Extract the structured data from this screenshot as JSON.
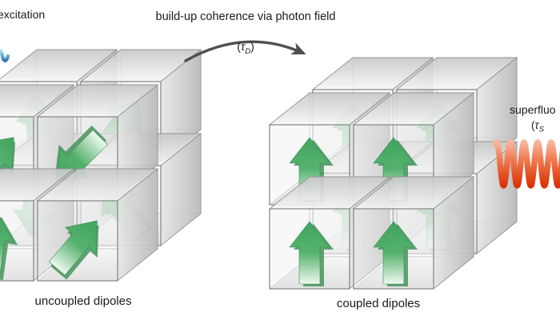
{
  "figure": {
    "excitation_label": "excitation",
    "transition_label": "build-up coherence via photon field",
    "transition_tau": {
      "open": "(",
      "symbol": "τ",
      "sub": "D",
      "close": ")"
    },
    "emission_label": "superfluo",
    "emission_tau": {
      "open": "(",
      "symbol": "τ",
      "sub": "S",
      "close": ""
    }
  },
  "clusters": [
    {
      "id": "uncoupled",
      "caption": "uncoupled dipoles",
      "arrows": [
        {
          "layer": "back",
          "pos": "top-left",
          "angle": -6,
          "opacity": 0.5
        },
        {
          "layer": "back",
          "pos": "top-right",
          "angle": 35,
          "opacity": 0.7
        },
        {
          "layer": "back",
          "pos": "bottom-left",
          "angle": 185,
          "opacity": 0.4
        },
        {
          "layer": "back",
          "pos": "bottom-right",
          "angle": -35,
          "opacity": 0.5
        },
        {
          "layer": "front",
          "pos": "top-left",
          "angle": 42,
          "opacity": 0.95
        },
        {
          "layer": "front",
          "pos": "top-right",
          "angle": 225,
          "opacity": 0.95
        },
        {
          "layer": "front",
          "pos": "bottom-left",
          "angle": 8,
          "opacity": 0.95
        },
        {
          "layer": "front",
          "pos": "bottom-right",
          "angle": 40,
          "opacity": 0.95
        }
      ]
    },
    {
      "id": "coupled",
      "caption": "coupled dipoles",
      "arrows": [
        {
          "layer": "back",
          "pos": "top-left",
          "angle": 0,
          "opacity": 0.5
        },
        {
          "layer": "back",
          "pos": "top-right",
          "angle": 0,
          "opacity": 0.55
        },
        {
          "layer": "back",
          "pos": "bottom-left",
          "angle": 0,
          "opacity": 0.4
        },
        {
          "layer": "back",
          "pos": "bottom-right",
          "angle": 0,
          "opacity": 0.5
        },
        {
          "layer": "front",
          "pos": "top-left",
          "angle": 0,
          "opacity": 0.95
        },
        {
          "layer": "front",
          "pos": "top-right",
          "angle": 0,
          "opacity": 0.95
        },
        {
          "layer": "front",
          "pos": "bottom-left",
          "angle": 0,
          "opacity": 0.95
        },
        {
          "layer": "front",
          "pos": "bottom-right",
          "angle": 0,
          "opacity": 0.95
        }
      ]
    }
  ],
  "colors": {
    "text": "#1a1a1a",
    "arrow_green": "#2fa24c",
    "arrow_green_dark": "#157a33",
    "arrow_green_pale": "#eef9ef",
    "cube_edge": "#838383",
    "transition_arrow": "#4f4f4f",
    "wave_red_top": "#f8b49d",
    "wave_red_bottom": "#da3305",
    "excitation_blue_top": "#a8e2f8",
    "excitation_blue_bottom": "#15549c"
  }
}
